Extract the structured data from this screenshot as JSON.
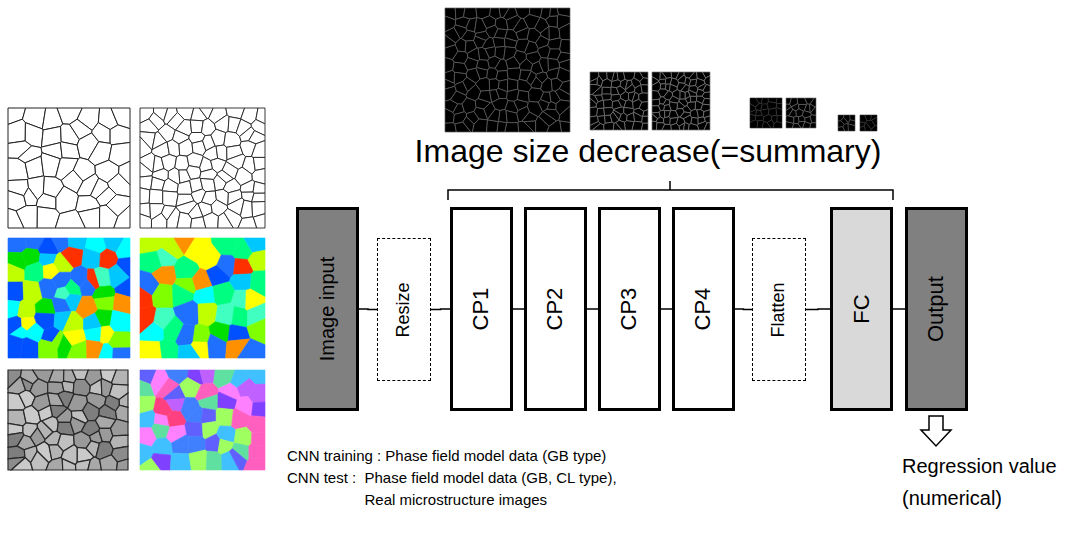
{
  "diagram": {
    "nodes": [
      {
        "text": [
          "Image input"
        ]
      },
      {
        "text": [
          "Resize"
        ]
      },
      {
        "text": [
          "CP1"
        ]
      },
      {
        "text": [
          "CP2"
        ]
      },
      {
        "text": [
          "CP3"
        ]
      },
      {
        "text": [
          "CP4"
        ]
      },
      {
        "text": [
          "Flatten"
        ]
      },
      {
        "text": [
          "FC"
        ]
      },
      {
        "text": [
          "Output"
        ]
      }
    ],
    "edges": [
      {
        "from": 0,
        "to": 1,
        "arrow": "none"
      },
      {
        "from": 1,
        "to": 2,
        "arrow": "none"
      },
      {
        "from": 2,
        "to": 3,
        "arrow": "none"
      },
      {
        "from": 3,
        "to": 4,
        "arrow": "none"
      },
      {
        "from": 4,
        "to": 5,
        "arrow": "none"
      },
      {
        "from": 5,
        "to": 6,
        "arrow": "none"
      },
      {
        "from": 6,
        "to": 7,
        "arrow": "none"
      },
      {
        "from": 7,
        "to": 8,
        "arrow": "none"
      }
    ],
    "labels": [
      "Image size decrease(=summary)",
      "CNN training : Phase field model data (GB type)",
      "CNN test :  Phase field model data (GB, CL type), Real microstructure images",
      "Regression value (numerical)"
    ]
  }
}
